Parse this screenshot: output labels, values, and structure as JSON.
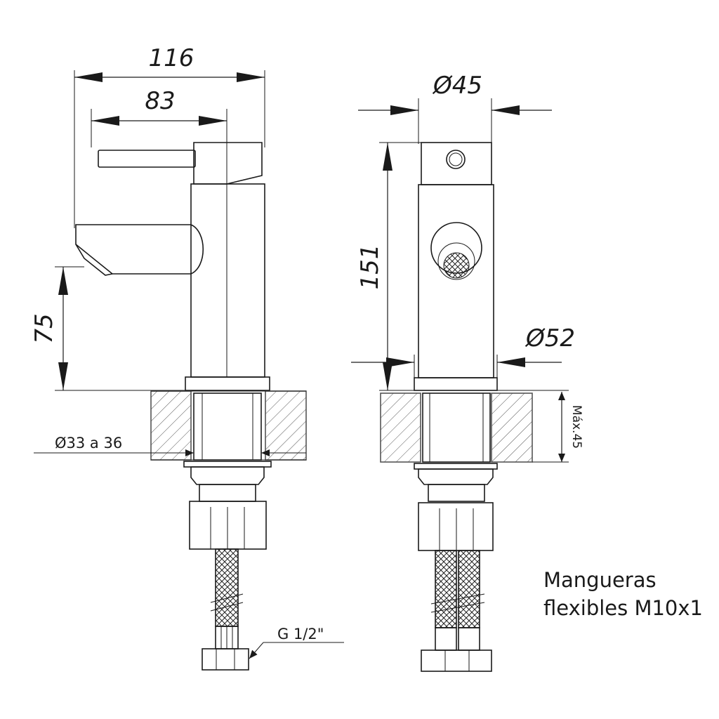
{
  "dimensions": {
    "width_overall": "116",
    "lever_to_spout": "83",
    "spout_height": "75",
    "body_height": "151",
    "body_diameter": "Ø45",
    "base_diameter": "Ø52",
    "hole_diameter": "Ø33 a 36",
    "max_counter_thickness": "Máx.45",
    "thread_size": "G 1/2\""
  },
  "notes": {
    "hoses_line1": "Mangueras",
    "hoses_line2": "flexibles M10x1"
  },
  "colors": {
    "line": "#1a1a1a",
    "background": "#ffffff"
  }
}
